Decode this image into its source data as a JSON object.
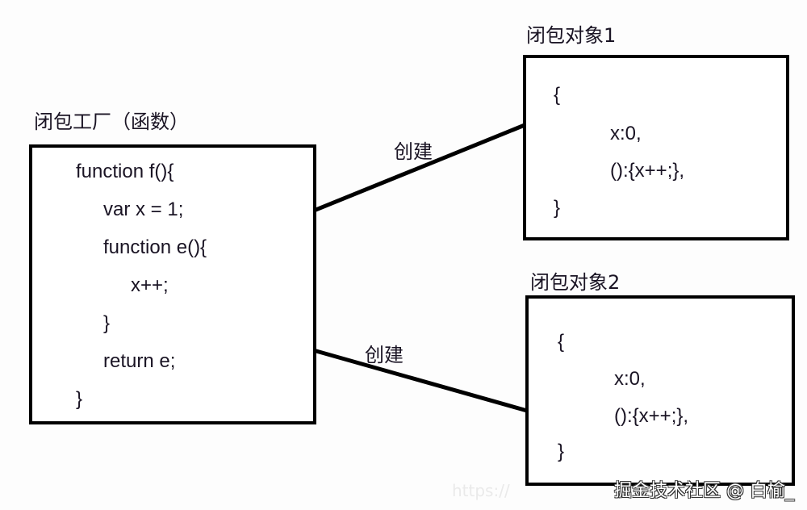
{
  "factory": {
    "title": "闭包工厂（函数）",
    "code": [
      "function f(){",
      "var x = 1;",
      "function e(){",
      "x++;",
      "}",
      "return e;",
      "}"
    ]
  },
  "object1": {
    "title": "闭包对象1",
    "code": [
      "{",
      "x:0,",
      "():{x++;},",
      "}"
    ]
  },
  "object2": {
    "title": "闭包对象2",
    "code": [
      "{",
      "x:0,",
      "():{x++;},",
      "}"
    ]
  },
  "arrows": {
    "top_label": "创建",
    "bottom_label": "创建"
  },
  "watermark": {
    "text": "掘金技术社区 @ 白榆_",
    "faint_url": "https://"
  },
  "colors": {
    "line": "#000000",
    "text": "#1a1424",
    "background": "#fdfdfd"
  }
}
